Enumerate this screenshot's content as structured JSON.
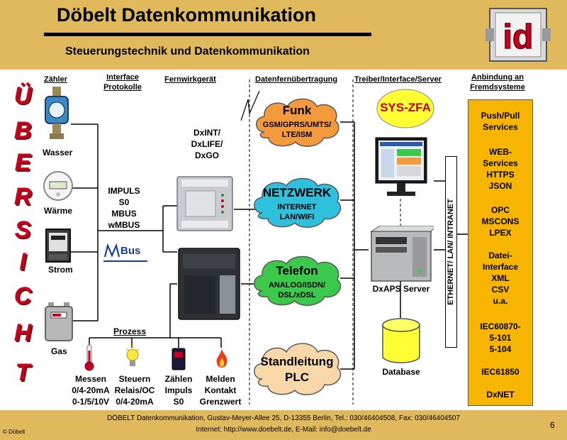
{
  "header": {
    "title": "Döbelt Datenkommunikation",
    "subtitle": "Steuerungstechnik und Datenkommunikation"
  },
  "side_title_letters": [
    "Ü",
    "B",
    "E",
    "R",
    "S",
    "I",
    "C",
    "H",
    "T"
  ],
  "columns": {
    "zaehler": "Zähler",
    "interface_1": "Interface",
    "interface_2": "Protokolle",
    "fernwirk": "Fernwirkgerät",
    "dfue": "Datenfernübertragung",
    "treiber": "Treiber/Interface/Server",
    "anbindung_1": "Anbindung an",
    "anbindung_2": "Fremdsysteme"
  },
  "meters": [
    "Wasser",
    "Wärme",
    "Strom",
    "Gas"
  ],
  "protocols": [
    "IMPULS",
    "S0",
    "MBUS",
    "wMBUS"
  ],
  "mbus_logo": "Bus",
  "devices": [
    "DxINT/",
    "DxLIFE/",
    "DxGO"
  ],
  "clouds": [
    {
      "title": "Funk",
      "lines": [
        "GSM/GPRS/UMTS/",
        "LTE/ISM"
      ],
      "color": "#f39a3c"
    },
    {
      "title": "NETZWERK",
      "lines": [
        "INTERNET",
        "LAN/WIFI"
      ],
      "color": "#2ec0dc"
    },
    {
      "title": "Telefon",
      "lines": [
        "ANALOG/ISDN/",
        "DSL/xDSL"
      ],
      "color": "#3cc84a"
    },
    {
      "title": "Standleitung",
      "lines": [
        "PLC"
      ],
      "color": "#f8d8a8"
    }
  ],
  "sys_zfa": "SYS-ZFA",
  "server_label": "DxAPS Server",
  "database_label": "Database",
  "ethernet_label": "ETHERNET/ LAN/ INTRANET",
  "fremd": [
    [
      "Push/Pull",
      "Services"
    ],
    [
      "WEB-",
      "Services",
      "HTTPS",
      "JSON"
    ],
    [
      "OPC",
      "MSCONS",
      "LPEX"
    ],
    [
      "Datei-",
      "Interface",
      "XML",
      "CSV",
      "u.a."
    ],
    [
      "IEC60870-",
      "5-101",
      "5-104"
    ],
    [
      "IEC61850"
    ],
    [
      "DxNET"
    ]
  ],
  "prozess": {
    "title": "Prozess",
    "items": [
      {
        "label": "Messen",
        "lines": [
          "0/4-20mA",
          "0-1/5/10V"
        ]
      },
      {
        "label": "Steuern",
        "lines": [
          "Relais/OC",
          "0/4-20mA"
        ]
      },
      {
        "label": "Zählen",
        "lines": [
          "Impuls",
          "S0"
        ]
      },
      {
        "label": "Melden",
        "lines": [
          "Kontakt",
          "Grenzwert"
        ]
      }
    ]
  },
  "footer": {
    "line1": "DÖBELT Datenkommunikation, Gustav-Meyer-Allee 25, D-13355 Berlin, Tel.: 030/46404508, Fax: 030/46404507",
    "line2": "Internet: http://www.doebelt.de, E-Mail: info@doebelt.de",
    "copyright": "© Döbelt",
    "page": "6"
  },
  "logo": "id",
  "colors": {
    "band": "#e0b95c",
    "accent_red": "#c8001e",
    "fremd_box": "#f7b500"
  }
}
